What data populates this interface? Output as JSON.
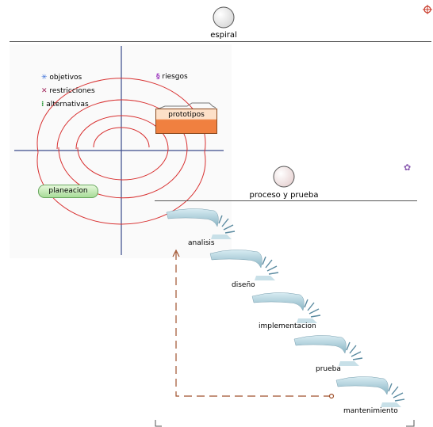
{
  "spiral_section": {
    "title": "espiral",
    "legend": [
      {
        "label": "objetivos",
        "icon": "asterisk-icon",
        "color": "#3a6fd8"
      },
      {
        "label": "restricciones",
        "icon": "x-mark-icon",
        "color": "#a0245a"
      },
      {
        "label": "alternativas",
        "icon": "dots-icon",
        "color": "#2e9a3a"
      },
      {
        "label": "riesgos",
        "icon": "squiggle-icon",
        "color": "#a040c0"
      }
    ],
    "prototype_label": "prototipos",
    "planning_label": "planeacion",
    "spiral_color": "#d83030"
  },
  "process_section": {
    "title": "proceso y prueba",
    "steps": [
      "analisis",
      "diseño",
      "implementacion",
      "prueba",
      "mantenimiento"
    ],
    "feedback_color": "#a0522d"
  },
  "colors": {
    "axis": "#3a4a8a",
    "prototype_fill": "#f08040",
    "planning_fill": "#b8e8a8",
    "step_shape": "#a8ccd8"
  }
}
